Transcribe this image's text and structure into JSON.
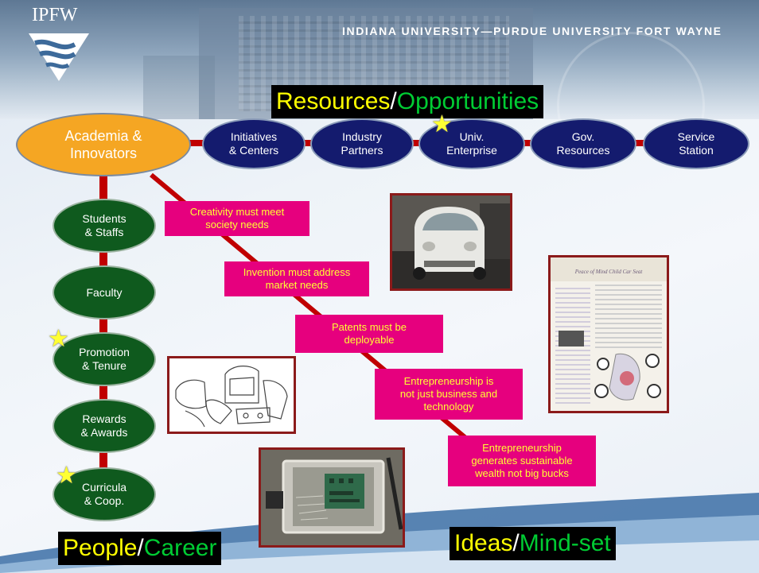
{
  "header": {
    "institution": "INDIANA UNIVERSITY—PURDUE UNIVERSITY FORT WAYNE",
    "logo_text": "IPFW"
  },
  "titles": {
    "resources": {
      "part1": "Resources",
      "sep": "/",
      "part2": "Opportunities"
    },
    "people": {
      "part1": "People",
      "sep": "/",
      "part2": "Career"
    },
    "ideas": {
      "part1": "Ideas",
      "sep": "/",
      "part2": "Mind-set"
    }
  },
  "hub": {
    "line1": "Academia &",
    "line2": "Innovators"
  },
  "top_nodes": [
    {
      "line1": "Initiatives",
      "line2": "& Centers"
    },
    {
      "line1": "Industry",
      "line2": "Partners"
    },
    {
      "line1": "Univ.",
      "line2": "Enterprise"
    },
    {
      "line1": "Gov.",
      "line2": "Resources"
    },
    {
      "line1": "Service",
      "line2": "Station"
    }
  ],
  "left_nodes": [
    {
      "line1": "Students",
      "line2": "& Staffs"
    },
    {
      "line1": "Faculty",
      "line2": ""
    },
    {
      "line1": "Promotion",
      "line2": "& Tenure"
    },
    {
      "line1": "Rewards",
      "line2": "& Awards"
    },
    {
      "line1": "Curricula",
      "line2": "& Coop."
    }
  ],
  "mindset_boxes": [
    {
      "line1": "Creativity must meet",
      "line2": "society needs",
      "line3": ""
    },
    {
      "line1": "Invention must address",
      "line2": "market needs",
      "line3": ""
    },
    {
      "line1": "Patents must be",
      "line2": "deployable",
      "line3": ""
    },
    {
      "line1": "Entrepreneurship is",
      "line2": "not just business and",
      "line3": "technology"
    },
    {
      "line1": "Entrepreneurship",
      "line2": "generates sustainable",
      "line3": "wealth not big bucks"
    }
  ],
  "poster": {
    "title": "Peace of Mind Child Car Seat"
  },
  "colors": {
    "navy": "#141b6e",
    "green": "#0f5a1e",
    "orange": "#f5a623",
    "magenta": "#e6007e",
    "connector": "#c00000"
  }
}
